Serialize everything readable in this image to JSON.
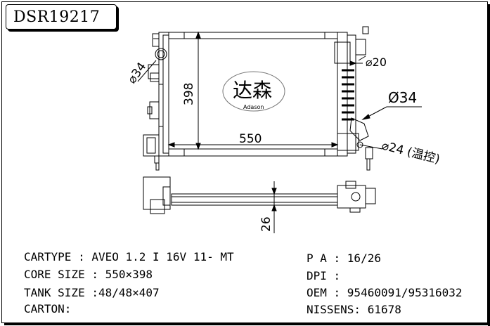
{
  "product_code": "DSR19217",
  "brand": {
    "logo_text": "达森",
    "logo_subtext": "Adason"
  },
  "drawing": {
    "dims": {
      "core_height": "398",
      "core_width": "550",
      "outlet_top": "⌀20",
      "inlet_right": "Ø34",
      "inlet_left": "⌀34",
      "thermo": "⌀24 (温控)",
      "thickness": "26"
    }
  },
  "specs": {
    "cartype": "CARTYPE : AVEO 1.2 I 16V 11- MT",
    "core_size": "CORE SIZE : 550×398",
    "tank_size": "TANK SIZE :48/48×407",
    "carton": "CARTON:",
    "pa": "P A : 16/26",
    "dpi": "DPI :",
    "oem": "OEM : 95460091/95316032",
    "nissens": "NISSENS: 61678"
  }
}
